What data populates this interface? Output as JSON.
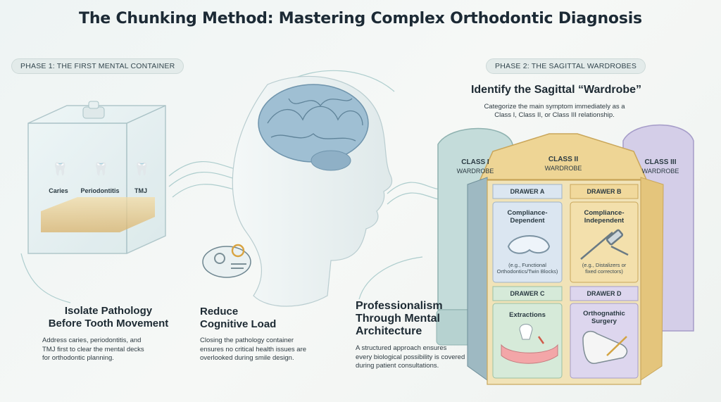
{
  "title": "The Chunking Method: Mastering Complex Orthodontic Diagnosis",
  "phase1": {
    "label": "PHASE 1: THE FIRST MENTAL CONTAINER"
  },
  "phase2": {
    "label": "PHASE 2: THE SAGITTAL WARDROBES"
  },
  "container_items": [
    "Caries",
    "Periodontitis",
    "TMJ"
  ],
  "sagittal": {
    "title": "Identify the Sagittal “Wardrobe”",
    "description": "Categorize the main symptom immediately as a Class I, Class II, or Class III relationship."
  },
  "wardrobes": [
    {
      "label_line1": "CLASS I",
      "label_line2": "WARDROBE",
      "color": "#bcd6d4"
    },
    {
      "label_line1": "CLASS II",
      "label_line2": "WARDROBE",
      "color": "#ecd28c"
    },
    {
      "label_line1": "CLASS III",
      "label_line2": "WARDROBE",
      "color": "#cdc7e3"
    }
  ],
  "drawers": [
    {
      "label": "DRAWER A",
      "heading": "Compliance-Dependent",
      "heading_line1": "Compliance-",
      "heading_line2": "Dependent",
      "example_line1": "(e.g., Functional",
      "example_line2": "Orthodontics/Twin Blocks)"
    },
    {
      "label": "DRAWER B",
      "heading": "Compliance-Independent",
      "heading_line1": "Compliance-",
      "heading_line2": "Independent",
      "example_line1": "(e.g., Distalizers or",
      "example_line2": "fixed correctors)"
    },
    {
      "label": "DRAWER C",
      "heading": "Extractions"
    },
    {
      "label": "DRAWER D",
      "heading": "Orthognathic Surgery",
      "heading_line1": "Orthognathic",
      "heading_line2": "Surgery"
    }
  ],
  "blocks": {
    "isolate": {
      "title_line1": "Isolate Pathology",
      "title_line2": "Before Tooth Movement",
      "desc_line1": "Address caries, periodontitis, and",
      "desc_line2": "TMJ first to clear the mental decks",
      "desc_line3": "for orthodontic planning."
    },
    "reduce": {
      "title_line1": "Reduce",
      "title_line2": "Cognitive Load",
      "desc_line1": "Closing the pathology container",
      "desc_line2": "ensures no critical health issues are",
      "desc_line3": "overlooked during smile design."
    },
    "professionalism": {
      "title_line1": "Professionalism",
      "title_line2": "Through Mental",
      "title_line3": "Architecture",
      "desc_line1": "A structured approach ensures",
      "desc_line2": "every biological possibility is covered",
      "desc_line3": "during patient consultations."
    }
  },
  "colors": {
    "teal": "#7fb2b0",
    "gold": "#e6c276",
    "lavender": "#bdb4dc",
    "drawer_blue": "#dbe6f1",
    "drawer_gold": "#f1d99c",
    "drawer_green": "#d6ead9",
    "drawer_purple": "#ddd6ee"
  },
  "icons": [
    "tooth-icon",
    "brain-icon",
    "gear-icon",
    "head-profile-icon",
    "aligner-icon",
    "distalizer-icon",
    "jaw-icon"
  ]
}
